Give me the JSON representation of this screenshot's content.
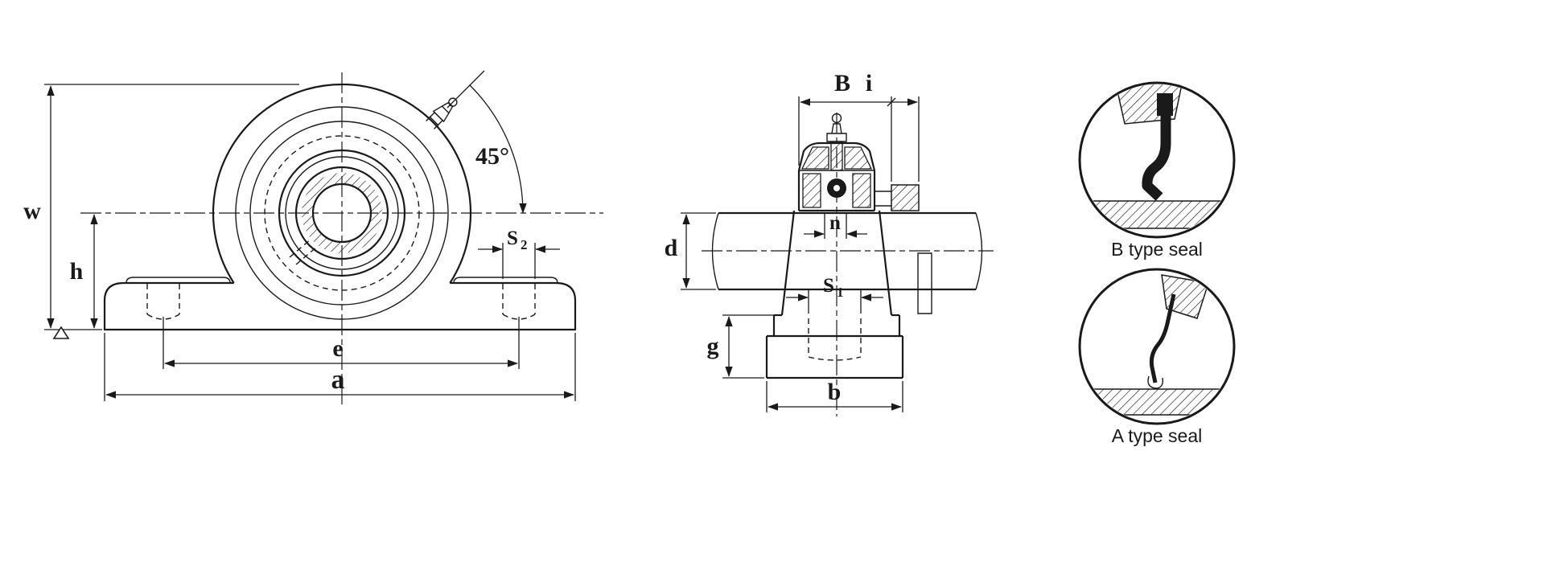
{
  "front_view": {
    "labels": {
      "w": "w",
      "h": "h",
      "e": "e",
      "a": "a",
      "s2_main": "S",
      "s2_sub": "2",
      "angle": "45°"
    }
  },
  "side_view": {
    "labels": {
      "B": "B",
      "i": "i",
      "n": "n",
      "d": "d",
      "s1_main": "S",
      "s1_sub": "1",
      "g": "g",
      "b": "b"
    }
  },
  "seal_details": {
    "b_type": "B type seal",
    "a_type": "A type seal"
  },
  "colors": {
    "ink": "#1a1a1a",
    "background": "#ffffff"
  }
}
